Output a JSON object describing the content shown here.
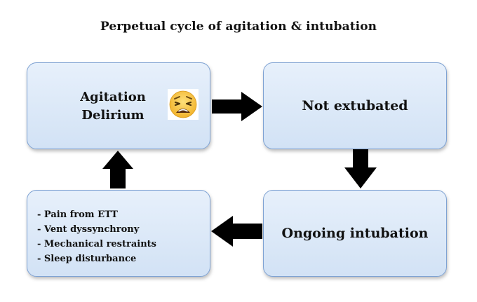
{
  "title": "Perpetual cycle of agitation & intubation",
  "nodes": {
    "agitation": {
      "line1": "Agitation",
      "line2": "Delirium",
      "icon": "weary-face-emoji-icon"
    },
    "not_extubated": {
      "label": "Not extubated"
    },
    "ongoing_intubation": {
      "label": "Ongoing intubation"
    },
    "causes": {
      "items": [
        "- Pain from ETT",
        "- Vent dyssynchrony",
        "- Mechanical restraints",
        "- Sleep disturbance"
      ]
    }
  },
  "edges": [
    {
      "from": "agitation",
      "to": "not_extubated",
      "direction": "right"
    },
    {
      "from": "not_extubated",
      "to": "ongoing_intubation",
      "direction": "down"
    },
    {
      "from": "ongoing_intubation",
      "to": "causes",
      "direction": "left"
    },
    {
      "from": "causes",
      "to": "agitation",
      "direction": "up"
    }
  ],
  "colors": {
    "box_fill_top": "#e7f0fb",
    "box_fill_bottom": "#d2e2f5",
    "box_border": "#7ea2d3",
    "arrow": "#000000",
    "text": "#111111",
    "emoji_face": "#f7c43c"
  }
}
